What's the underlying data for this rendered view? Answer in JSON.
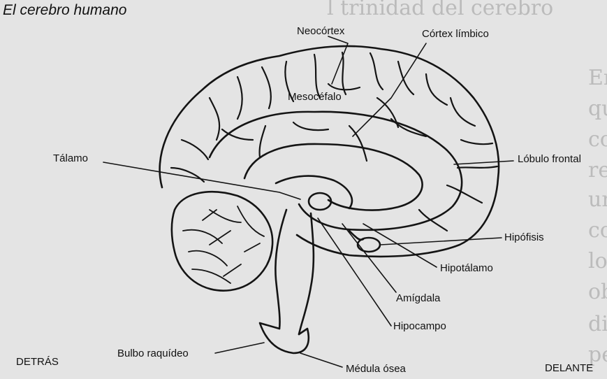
{
  "title": "El cerebro humano",
  "labels": {
    "neocortex": "Neocórtex",
    "cortex_limbico": "Córtex límbico",
    "mesocefalo": "Mesocéfalo",
    "talamo": "Tálamo",
    "lobulo_frontal": "Lóbulo frontal",
    "hipofisis": "Hipófisis",
    "hipotalamo": "Hipotálamo",
    "amigdala": "Amígdala",
    "hipocampo": "Hipocampo",
    "bulbo": "Bulbo raquídeo",
    "medula": "Médula ósea",
    "detras": "DETRÁS",
    "delante": "DELANTE"
  },
  "background_text_lines": [
    "l trinidad del cerebro",
    "En la actualidad, la parte de la investigación cerebral",
    "que se ocupa de la conducta del cerebro y las emociones",
    "contempla sobre todo el comprender las fuerzas",
    "relaciones recíprocas entre las tres zonas del cerebro situadas",
    "una sobre otra: tallo cerebral, sistema límbico y neocórtex",
    "corteza cerebral. Por encima de esta división general de",
    "los especialistas ya que las tres son parte del córtex",
    "observaban su propia vida sin que nadie la demandase",
    "directamente sobre ellas, esta afirmación está probada, sobre",
    "pero el cerebro más reciente de MacLean es no ganador"
  ]
}
